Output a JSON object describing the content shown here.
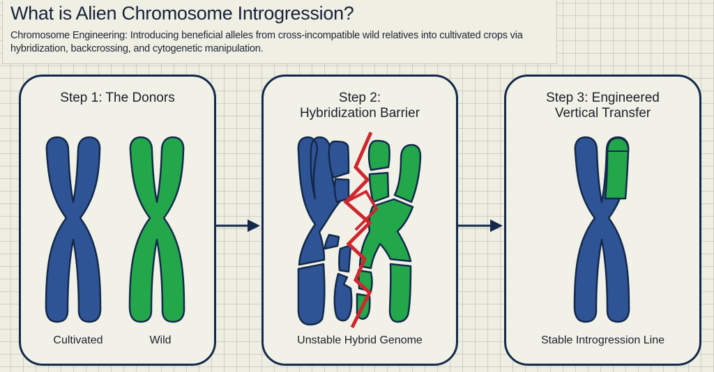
{
  "header": {
    "title": "What is Alien Chromosome Introgression?",
    "subtitle": "Chromosome Engineering: Introducing beneficial alleles from cross-incompatible wild relatives into cultivated crops via hybridization, backcrossing, and cytogenetic manipulation."
  },
  "colors": {
    "cultivated": "#2f5496",
    "wild": "#22a84a",
    "outline": "#13294b",
    "barrier": "#d0262e",
    "panel_border": "#13294b"
  },
  "steps": [
    {
      "title_line1": "Step 1: The Donors",
      "title_line2": "",
      "labels": [
        "Cultivated",
        "Wild"
      ]
    },
    {
      "title_line1": "Step 2:",
      "title_line2": "Hybridization Barrier",
      "labels": [
        "Unstable Hybrid Genome"
      ]
    },
    {
      "title_line1": "Step 3: Engineered",
      "title_line2": "Vertical Transfer",
      "labels": [
        "Stable Introgression Line"
      ]
    }
  ],
  "icons": {
    "arrow": "right-arrow"
  }
}
